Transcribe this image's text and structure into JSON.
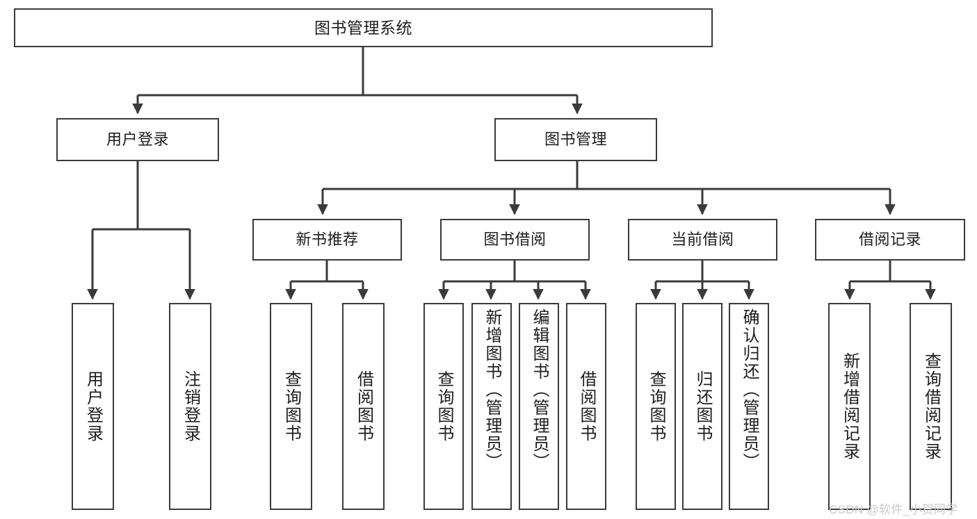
{
  "diagram": {
    "title": "图书管理系统",
    "type": "tree",
    "watermark": "CSDN @软件_小贺同学",
    "colors": {
      "box_border": "#3a3a3a",
      "box_fill": "#ffffff",
      "edge": "#3a3a3a",
      "text": "#1d1d1d",
      "watermark": "#c9c9c9",
      "background": "#ffffff"
    },
    "root": {
      "label": "图书管理系统"
    },
    "level2": [
      {
        "label": "用户登录"
      },
      {
        "label": "图书管理"
      }
    ],
    "level3": [
      {
        "label": "新书推荐"
      },
      {
        "label": "图书借阅"
      },
      {
        "label": "当前借阅"
      },
      {
        "label": "借阅记录"
      }
    ],
    "leaves": {
      "user_login": [
        {
          "label": "用户登录"
        },
        {
          "label": "注销登录"
        }
      ],
      "new_book_recommend": [
        {
          "label": "查询图书"
        },
        {
          "label": "借阅图书"
        }
      ],
      "book_borrow": [
        {
          "label": "查询图书"
        },
        {
          "label": "新增图书（管理员）"
        },
        {
          "label": "编辑图书（管理员）"
        },
        {
          "label": "借阅图书"
        }
      ],
      "current_borrow": [
        {
          "label": "查询图书"
        },
        {
          "label": "归还图书"
        },
        {
          "label": "确认归还（管理员）"
        }
      ],
      "borrow_record": [
        {
          "label": "新增借阅记录"
        },
        {
          "label": "查询借阅记录"
        }
      ]
    }
  }
}
